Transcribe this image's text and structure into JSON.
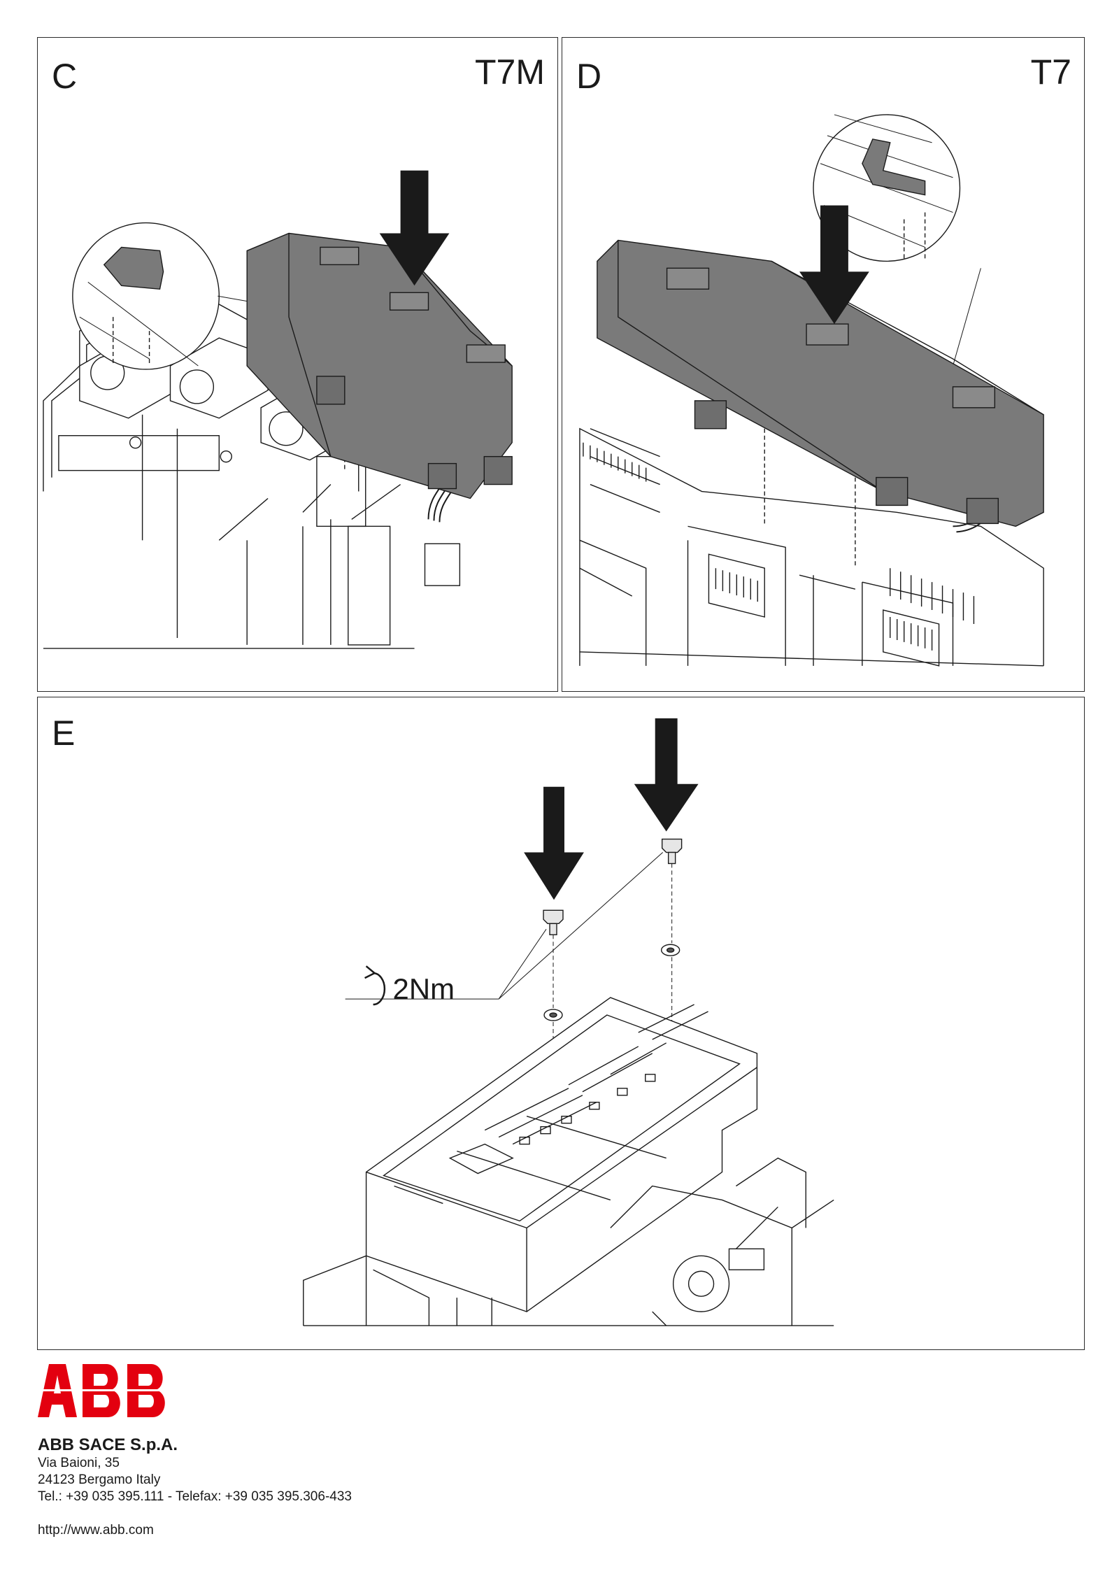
{
  "panels": {
    "c": {
      "label": "C",
      "model": "T7M"
    },
    "d": {
      "label": "D",
      "model": "T7"
    },
    "e": {
      "label": "E",
      "torque": "2Nm"
    }
  },
  "footer": {
    "logo_text": "ABB",
    "company": "ABB SACE S.p.A.",
    "street": "Via Baioni, 35",
    "city": "24123 Bergamo Italy",
    "phone": "Tel.: +39 035 395.111 - Telefax: +39 035 395.306-433",
    "website": "http://www.abb.com"
  },
  "colors": {
    "logo_red": "#e3000f",
    "module_gray": "#7a7a7a",
    "line": "#1a1a1a"
  }
}
